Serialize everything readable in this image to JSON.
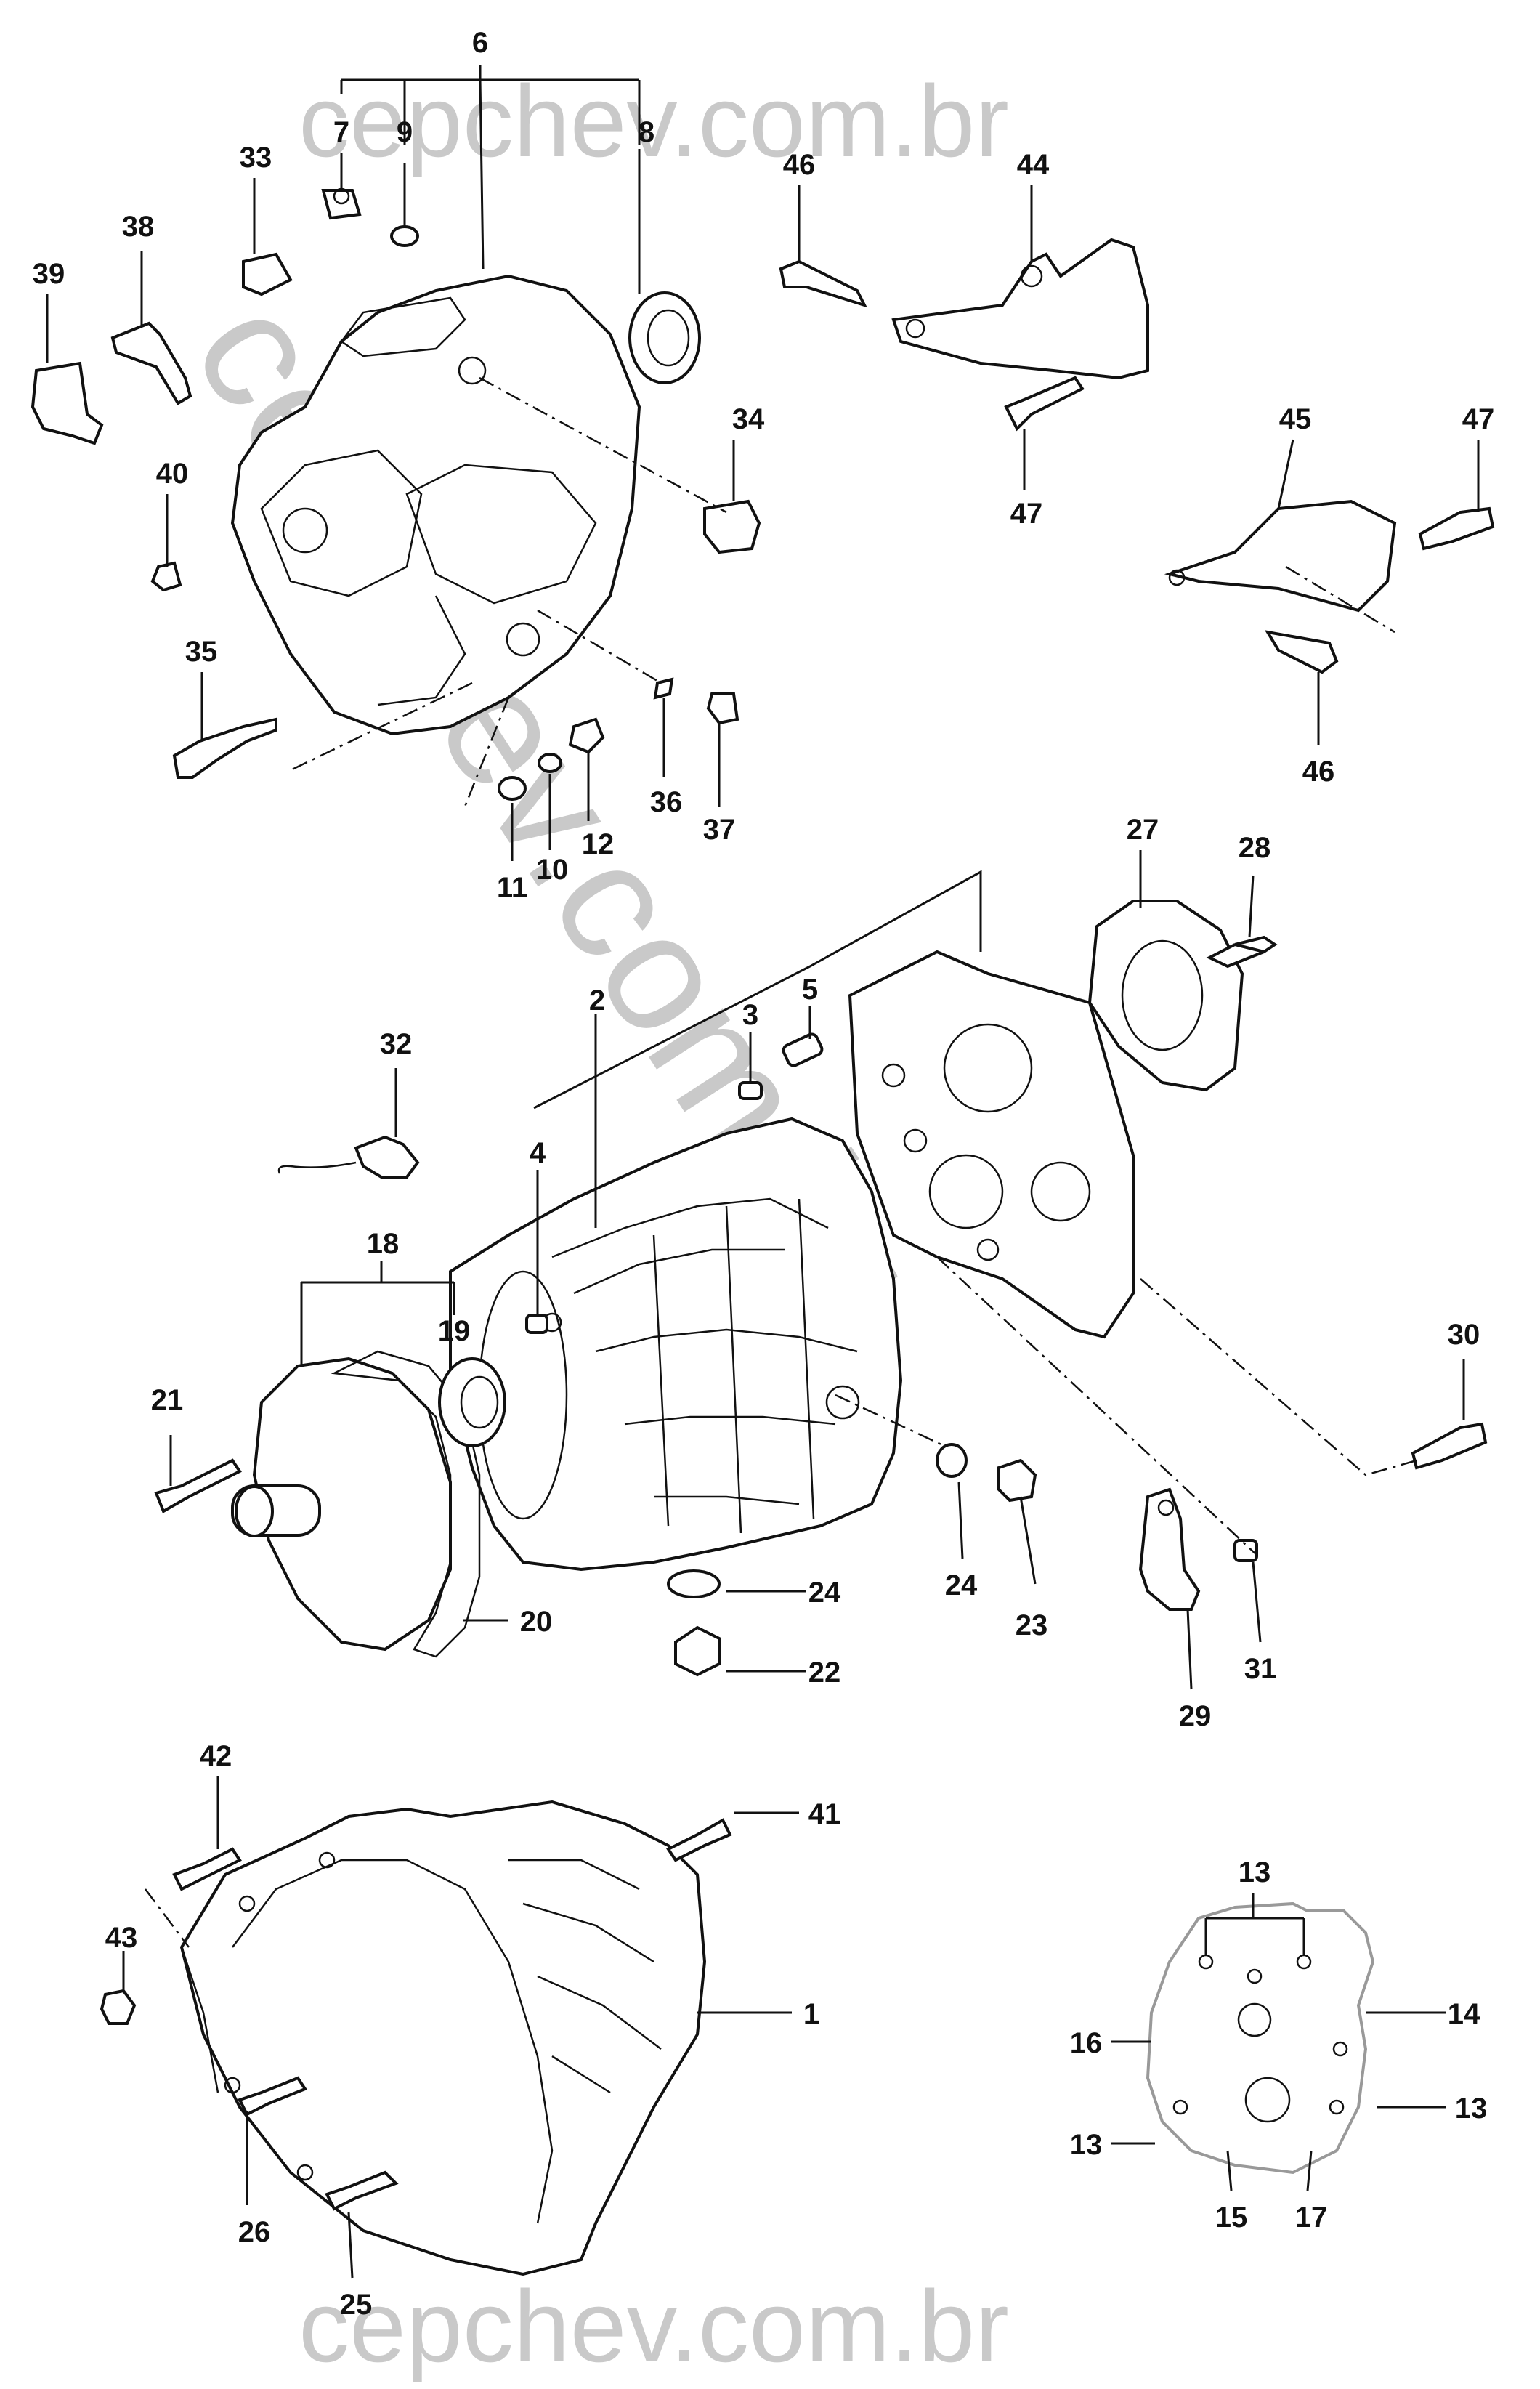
{
  "watermark": {
    "top": "cepchev.com.br",
    "bottom": "cepchev.com.br",
    "diagonal": "cepchev.com.br"
  },
  "callouts": {
    "c1": "1",
    "c2": "2",
    "c3": "3",
    "c4": "4",
    "c5": "5",
    "c6": "6",
    "c7": "7",
    "c8": "8",
    "c9": "9",
    "c10": "10",
    "c11": "11",
    "c12": "12",
    "c13a": "13",
    "c13b": "13",
    "c13c": "13",
    "c14": "14",
    "c15": "15",
    "c16": "16",
    "c17": "17",
    "c18": "18",
    "c19": "19",
    "c20": "20",
    "c21": "21",
    "c22": "22",
    "c23": "23",
    "c24a": "24",
    "c24b": "24",
    "c25": "25",
    "c26": "26",
    "c27": "27",
    "c28": "28",
    "c29": "29",
    "c30": "30",
    "c31": "31",
    "c32": "32",
    "c33": "33",
    "c34": "34",
    "c35": "35",
    "c36": "36",
    "c37": "37",
    "c38": "38",
    "c39": "39",
    "c40": "40",
    "c41": "41",
    "c42": "42",
    "c43": "43",
    "c44": "44",
    "c45": "45",
    "c46a": "46",
    "c46b": "46",
    "c47a": "47",
    "c47b": "47"
  }
}
